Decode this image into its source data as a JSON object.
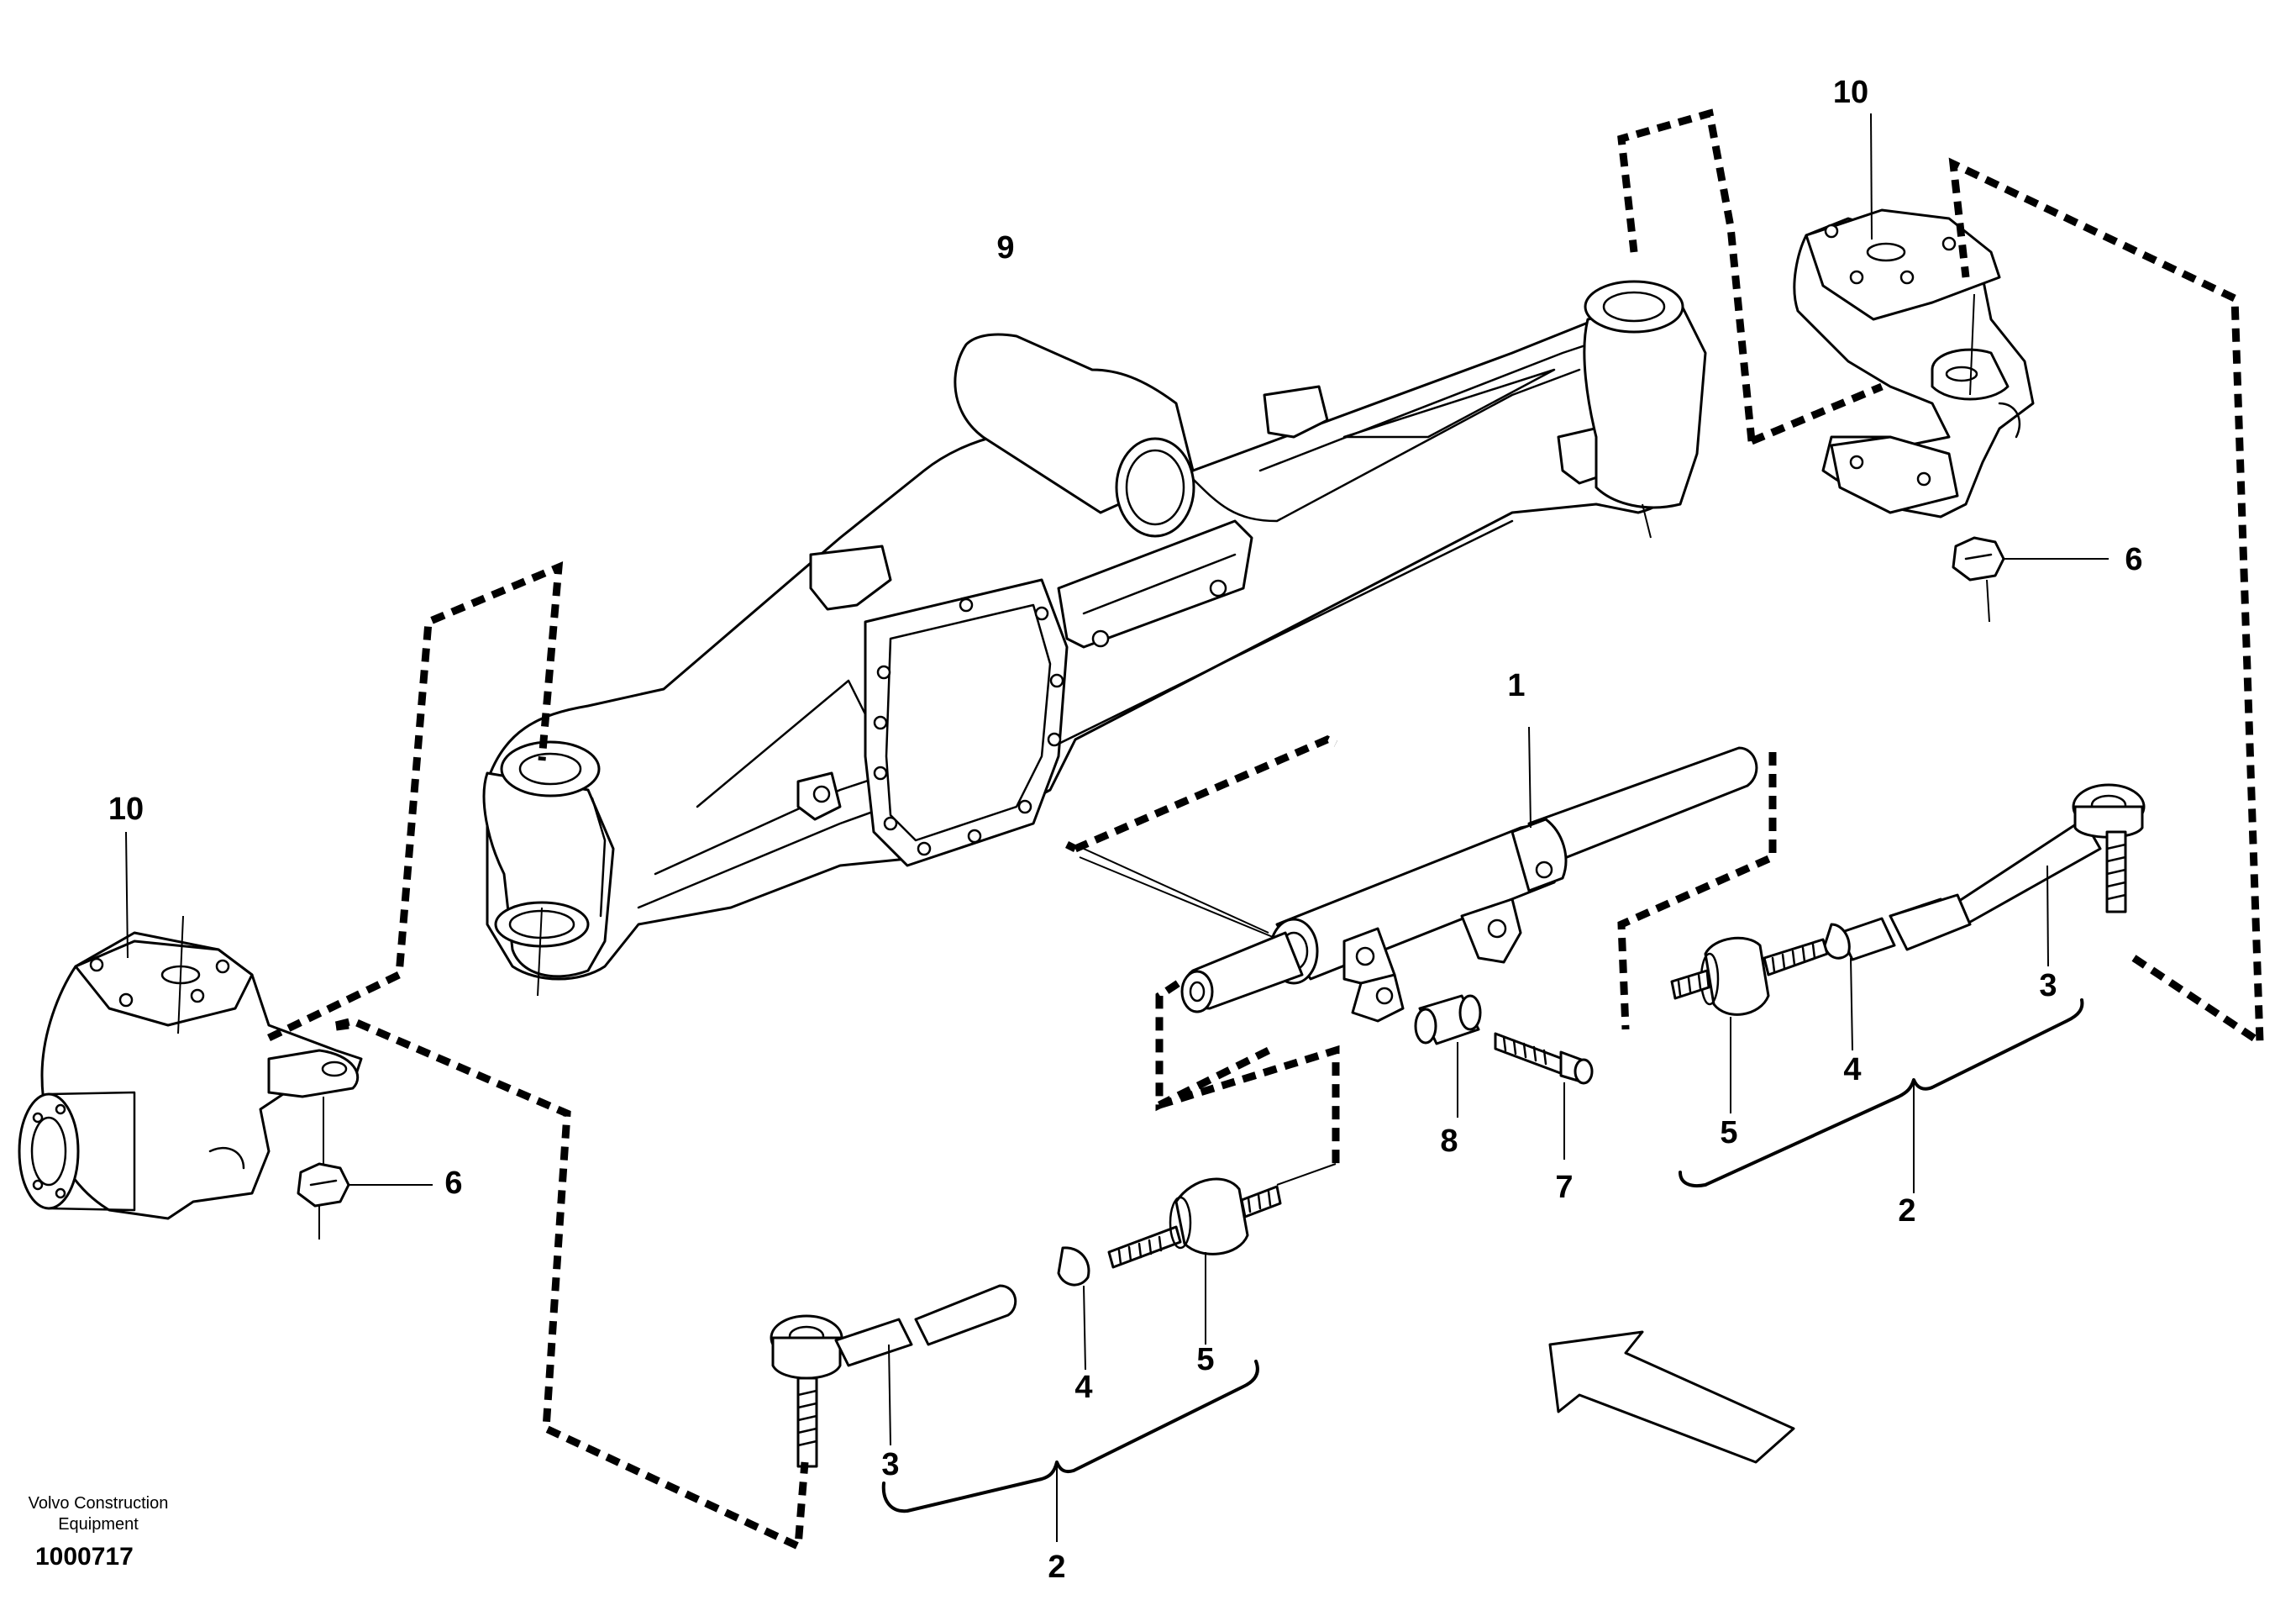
{
  "callouts": {
    "c9": "9",
    "c10_right": "10",
    "c10_left": "10",
    "c6_right": "6",
    "c6_left": "6",
    "c1": "1",
    "c3_right": "3",
    "c4_right": "4",
    "c5_right": "5",
    "c2_right": "2",
    "c8": "8",
    "c7": "7",
    "c5_left": "5",
    "c4_left": "4",
    "c3_left": "3",
    "c2_left": "2"
  },
  "footer": {
    "credit_line1": "Volvo Construction",
    "credit_line2": "Equipment",
    "doc_number": "1000717"
  }
}
